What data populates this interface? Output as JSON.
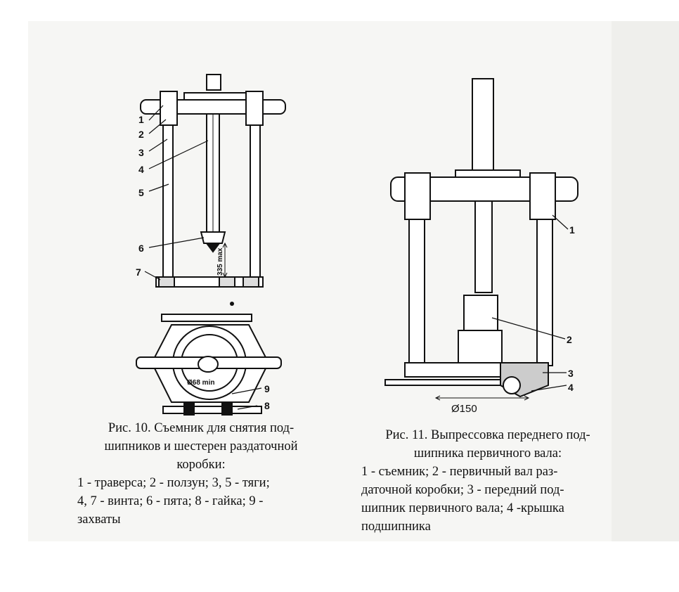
{
  "figure10": {
    "callouts": [
      "1",
      "2",
      "3",
      "4",
      "5",
      "6",
      "7",
      "8",
      "9"
    ],
    "dimension_height": "335 max",
    "dimension_diameter": "Ø68 min",
    "caption_title_lines": [
      "Рис. 10. Съемник для снятия под-",
      "шипников и шестерен раздаточной",
      "коробки:"
    ],
    "caption_legend_lines": [
      "1 - траверса; 2 - ползун; 3, 5 - тяги;",
      "4, 7 - винта; 6 - пята; 8 - гайка; 9 -",
      "захваты"
    ]
  },
  "figure11": {
    "callouts": [
      "1",
      "2",
      "3",
      "4"
    ],
    "dimension_diameter": "Ø150",
    "caption_title_lines": [
      "Рис. 11. Выпрессовка переднего под-",
      "шипника первичного вала:"
    ],
    "caption_legend_lines": [
      "1 - съемник; 2 - первичный вал раз-",
      "даточной коробки; 3 - передний под-",
      "шипник первичного вала; 4 -крышка",
      "подшипника"
    ]
  }
}
